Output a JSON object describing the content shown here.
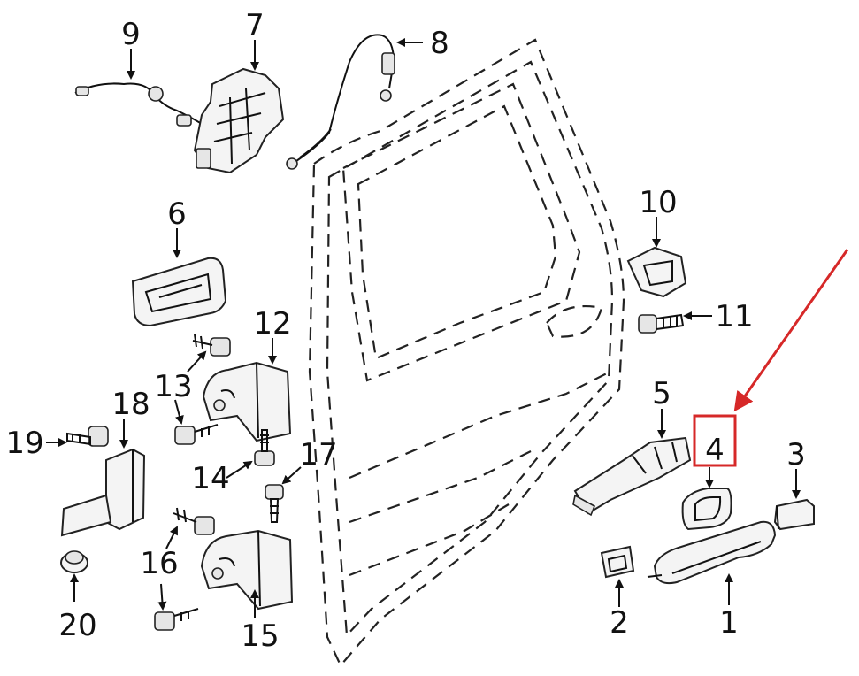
{
  "callouts": [
    {
      "id": "1",
      "label": "1"
    },
    {
      "id": "2",
      "label": "2"
    },
    {
      "id": "3",
      "label": "3"
    },
    {
      "id": "4",
      "label": "4"
    },
    {
      "id": "5",
      "label": "5"
    },
    {
      "id": "6",
      "label": "6"
    },
    {
      "id": "7",
      "label": "7"
    },
    {
      "id": "8",
      "label": "8"
    },
    {
      "id": "9",
      "label": "9"
    },
    {
      "id": "10",
      "label": "10"
    },
    {
      "id": "11",
      "label": "11"
    },
    {
      "id": "12",
      "label": "12"
    },
    {
      "id": "13",
      "label": "13"
    },
    {
      "id": "14",
      "label": "14"
    },
    {
      "id": "15",
      "label": "15"
    },
    {
      "id": "16",
      "label": "16"
    },
    {
      "id": "17",
      "label": "17"
    },
    {
      "id": "18",
      "label": "18"
    },
    {
      "id": "19",
      "label": "19"
    },
    {
      "id": "20",
      "label": "20"
    }
  ],
  "highlight": {
    "target": "4",
    "color": "#d62828"
  },
  "colors": {
    "line": "#111111",
    "part_fill": "#f4f4f4",
    "highlight": "#d62828"
  }
}
